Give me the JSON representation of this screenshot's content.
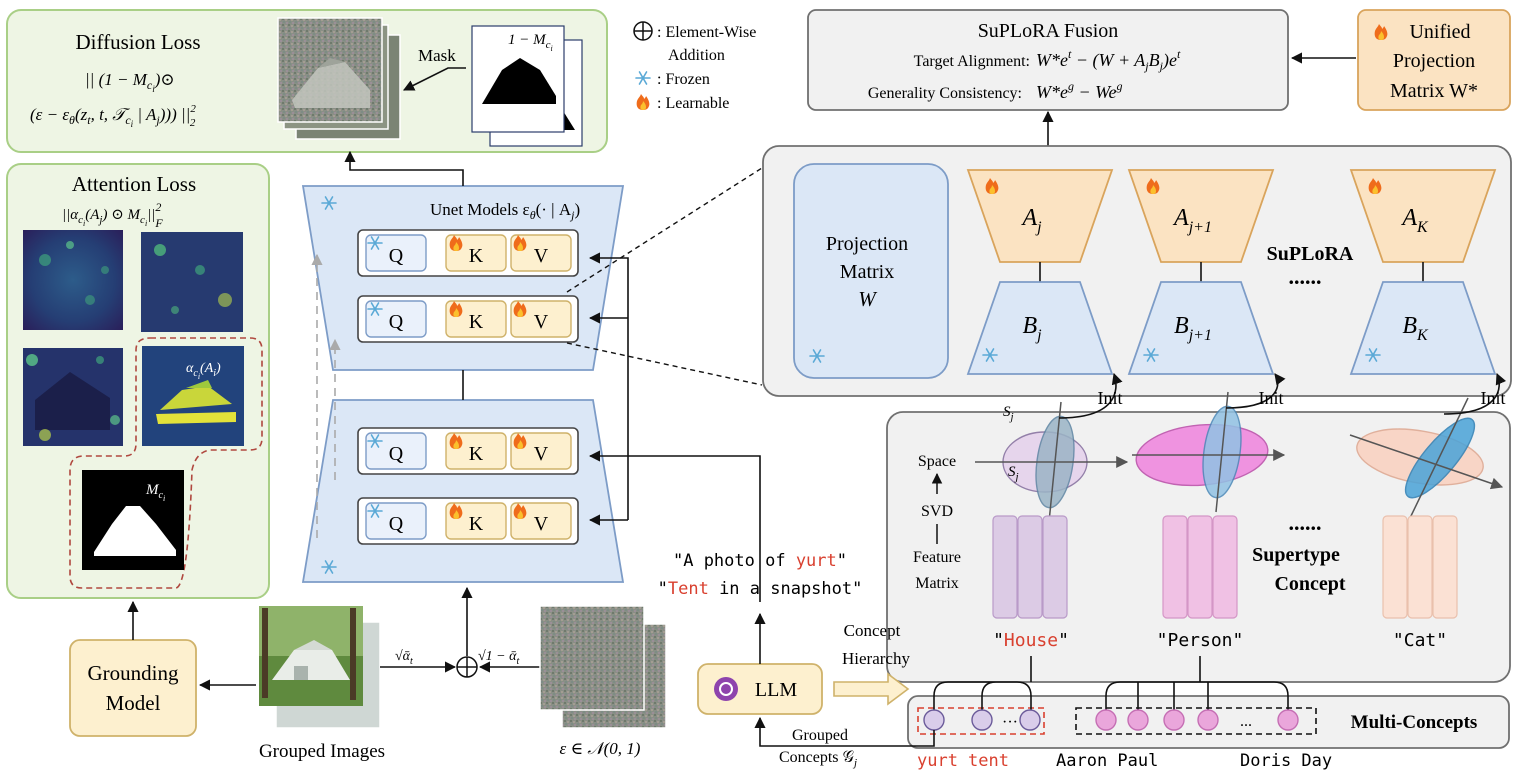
{
  "diffusion_loss": {
    "title": "Diffusion Loss",
    "formula_line1": "|| (1 − M",
    "formula_line1_sub": "c",
    "formula_line1_subsub": "i",
    "formula_line1_tail": ")⊙",
    "formula_line2": "(ε − ε",
    "formula_line2_sub": "θ",
    "formula_line2_mid": "(z",
    "formula_line2_sub2": "t",
    "formula_line2_mid2": ", t, 𝒯",
    "formula_line2_sub3": "c",
    "formula_line2_subsub3": "i",
    "formula_line2_tail": " | A",
    "formula_line2_sub4": "j",
    "formula_line2_end": "))) ||",
    "formula_line2_norm": "2",
    "formula_line2_norm_sub": "2",
    "mask_label": "Mask",
    "mask_card_label": "1 − M",
    "mask_card_sub": "c",
    "mask_card_subsub": "i"
  },
  "legend": {
    "addition": ": Element-Wise",
    "addition2": "Addition",
    "frozen": ": Frozen",
    "learnable": ": Learnable"
  },
  "attention_loss": {
    "title": "Attention Loss",
    "formula": "||α",
    "formula_sub": "c",
    "formula_subsub": "i",
    "formula_mid": "(A",
    "formula_sub2": "j",
    "formula_tail": ") ⊙ M",
    "formula_sub3": "c",
    "formula_subsub3": "i",
    "formula_end": "||",
    "formula_sup": "2",
    "formula_supsub": "F",
    "alpha_label": "α",
    "alpha_sub": "c",
    "alpha_subsub": "i",
    "alpha_tail": "(A",
    "alpha_sub2": "i",
    "alpha_end": ")",
    "mask_label": "M",
    "mask_sub": "c",
    "mask_subsub": "i"
  },
  "unet": {
    "title": "Unet Models ε",
    "title_sub": "θ",
    "title_tail": "(· | A",
    "title_sub2": "j",
    "title_end": ")",
    "q": "Q",
    "k": "K",
    "v": "V"
  },
  "suplora_fusion": {
    "title": "SuPLoRA Fusion",
    "row1_label": "Target Alignment:",
    "row1_formula": "W*e",
    "row1_sup": "t",
    "row1_mid": " − (W + A",
    "row1_sub": "j",
    "row1_mid2": "B",
    "row1_sub2": "j",
    "row1_mid3": ")e",
    "row1_sup2": "t",
    "row2_label": "Generality Consistency:",
    "row2_formula": "W*e",
    "row2_sup": "g",
    "row2_mid": " − We",
    "row2_sup2": "g"
  },
  "unified": {
    "line1": "Unified",
    "line2": "Projection",
    "line3": "Matrix W*"
  },
  "suplora": {
    "label": "SuPLoRA",
    "dots": "......",
    "projection_line1": "Projection",
    "projection_line2": "Matrix",
    "projection_line3": "W",
    "a_letter": "A",
    "b_letter": "B",
    "subs": [
      "j",
      "j+1",
      "K"
    ]
  },
  "supertype": {
    "space": "Space",
    "svd": "SVD",
    "feature1": "Feature",
    "feature2": "Matrix",
    "init": "Init",
    "s_letter": "S",
    "s_sub": "j",
    "dots": "......",
    "label1": "Supertype",
    "label2": "Concept",
    "concept_house": "House",
    "concept_person": "\"Person\"",
    "concept_cat": "\"Cat\""
  },
  "prompts": {
    "p1_a": "\"A photo of ",
    "p1_b": "yurt",
    "p1_c": "\"",
    "p2_a": "\"",
    "p2_b": "Tent",
    "p2_c": " in a snapshot\""
  },
  "bottom": {
    "grounding1": "Grounding",
    "grounding2": "Model",
    "grouped_images": "Grouped Images",
    "alpha_t": "√ᾱ",
    "alpha_t_sub": "t",
    "one_minus": "√1 − ᾱ",
    "one_minus_sub": "t",
    "noise": "ε ∈ 𝒩(0, 1)",
    "llm": "LLM",
    "concept_h1": "Concept",
    "concept_h2": "Hierarchy",
    "grouped1": "Grouped",
    "grouped2": "Concepts 𝒢",
    "grouped2_sub": "j",
    "multi": "Multi-Concepts",
    "dots": "···",
    "dots2": "...",
    "yurt": "yurt",
    "tent": "tent",
    "aaron": "Aaron Paul",
    "doris": "Doris Day"
  },
  "colors": {
    "green_fill": "#eef5e4",
    "green_stroke": "#a9cf86",
    "blue_fill": "#dbe7f6",
    "blue_stroke": "#7d9cc7",
    "orange_fill": "#fbe3c2",
    "orange_stroke": "#d9a45c",
    "cream_fill": "#fdf0cf",
    "cream_stroke": "#cfb26a",
    "gray_fill": "#f1f1f1",
    "gray_stroke": "#707070",
    "red_text": "#d9402f"
  }
}
